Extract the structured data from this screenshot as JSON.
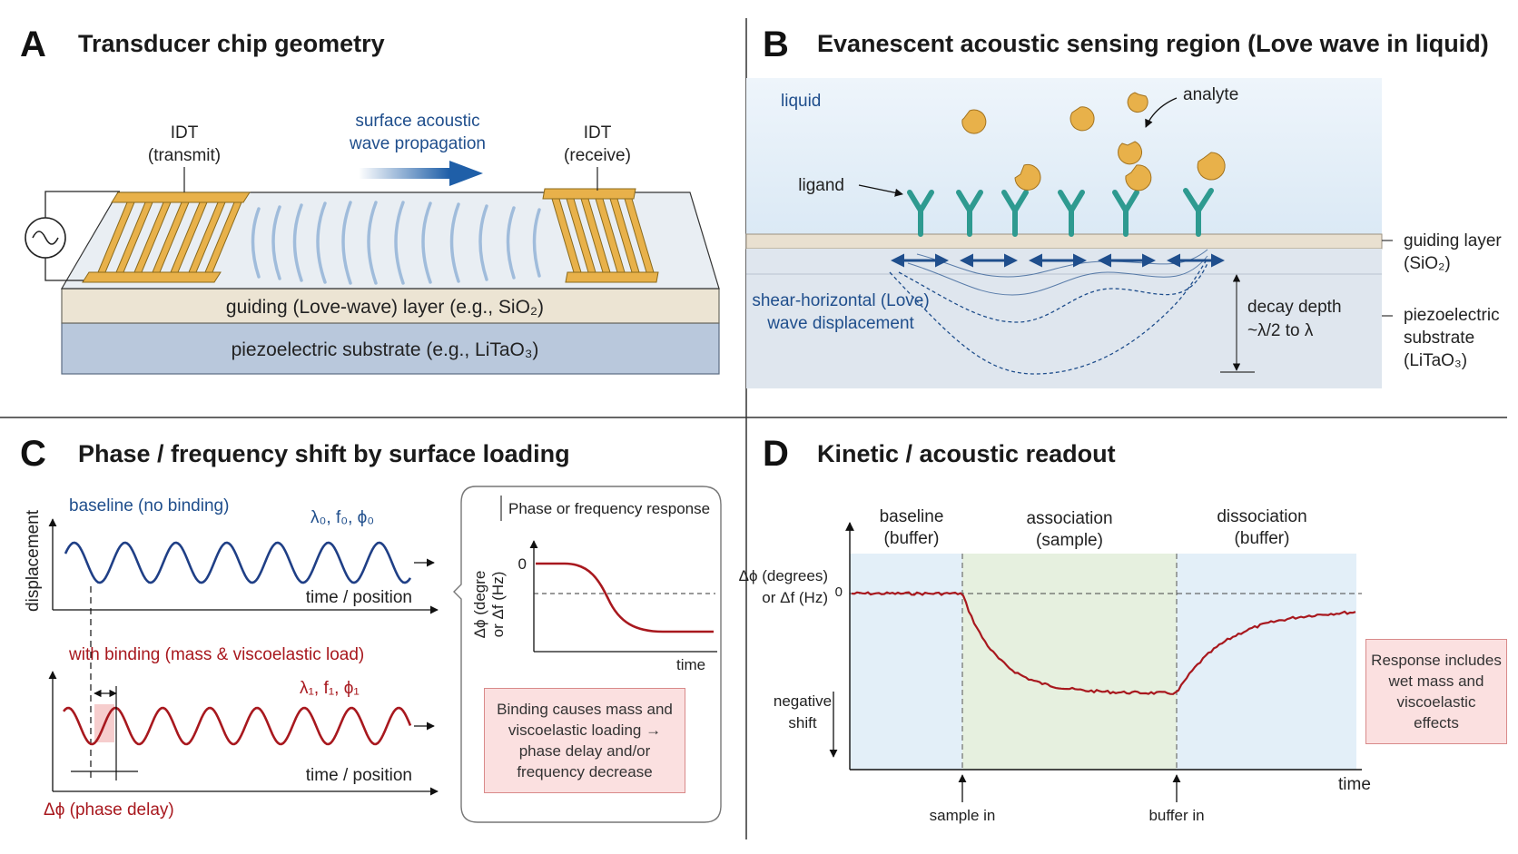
{
  "panels": {
    "a": {
      "letter": "A",
      "title": "Transducer chip geometry",
      "idt_transmit": [
        "IDT",
        "(transmit)"
      ],
      "idt_receive": [
        "IDT",
        "(receive)"
      ],
      "propagation": [
        "surface acoustic",
        "wave propagation"
      ],
      "guiding_layer": "guiding (Love-wave) layer (e.g., SiO₂)",
      "substrate": "piezoelectric substrate (e.g., LiTaO₃)",
      "source_icon": "ac-source-icon"
    },
    "b": {
      "letter": "B",
      "title": "Evanescent acoustic sensing region (Love wave in liquid)",
      "liquid": "liquid",
      "analyte": "analyte",
      "ligand": "ligand",
      "guiding_layer": [
        "guiding layer",
        "(SiO₂)"
      ],
      "substrate": [
        "piezoelectric",
        "substrate",
        "(LiTaO₃)"
      ],
      "shear": [
        "shear-horizontal (Love)",
        "wave displacement"
      ],
      "decay": [
        "decay depth",
        "~λ/2 to λ"
      ]
    },
    "c": {
      "letter": "C",
      "title": "Phase / frequency shift by surface loading",
      "ylabel": "displacement",
      "baseline": "baseline (no binding)",
      "baseline_params": "λ₀, f₀, ϕ₀",
      "binding": "with binding (mass & viscoelastic load)",
      "binding_params": "λ₁, f₁, ϕ₁",
      "xlabel": "time / position",
      "phase_delay": "Δϕ (phase delay)",
      "inset_title": "Phase or frequency response",
      "inset_ylabel": [
        "Δϕ (degre",
        "or Δf (Hz)"
      ],
      "inset_zero": "0",
      "inset_xlabel": "time",
      "note": [
        "Binding causes mass and",
        "viscoelastic loading →",
        "phase delay and/or",
        "frequency decrease"
      ]
    },
    "d": {
      "letter": "D",
      "title": "Kinetic / acoustic readout",
      "phase_baseline": [
        "baseline",
        "(buffer)"
      ],
      "phase_association": [
        "association",
        "(sample)"
      ],
      "phase_dissociation": [
        "dissociation",
        "(buffer)"
      ],
      "ylabel": [
        "Δϕ (degrees)",
        "or Δf (Hz)"
      ],
      "zero": "0",
      "negative": [
        "negative",
        "shift"
      ],
      "xlabel": "time",
      "sample_in": "sample in",
      "buffer_in": "buffer in",
      "note": [
        "Response includes",
        "wet mass and",
        "viscoelastic",
        "effects"
      ]
    }
  },
  "colors": {
    "blue": "#1f4e8c",
    "red": "#a8181e",
    "gold": "#e8b14a",
    "teal": "#3aa39a",
    "liquid": "#e3eff8",
    "guiding": "#e9e0d0",
    "substrate": "#b9c8dc"
  }
}
